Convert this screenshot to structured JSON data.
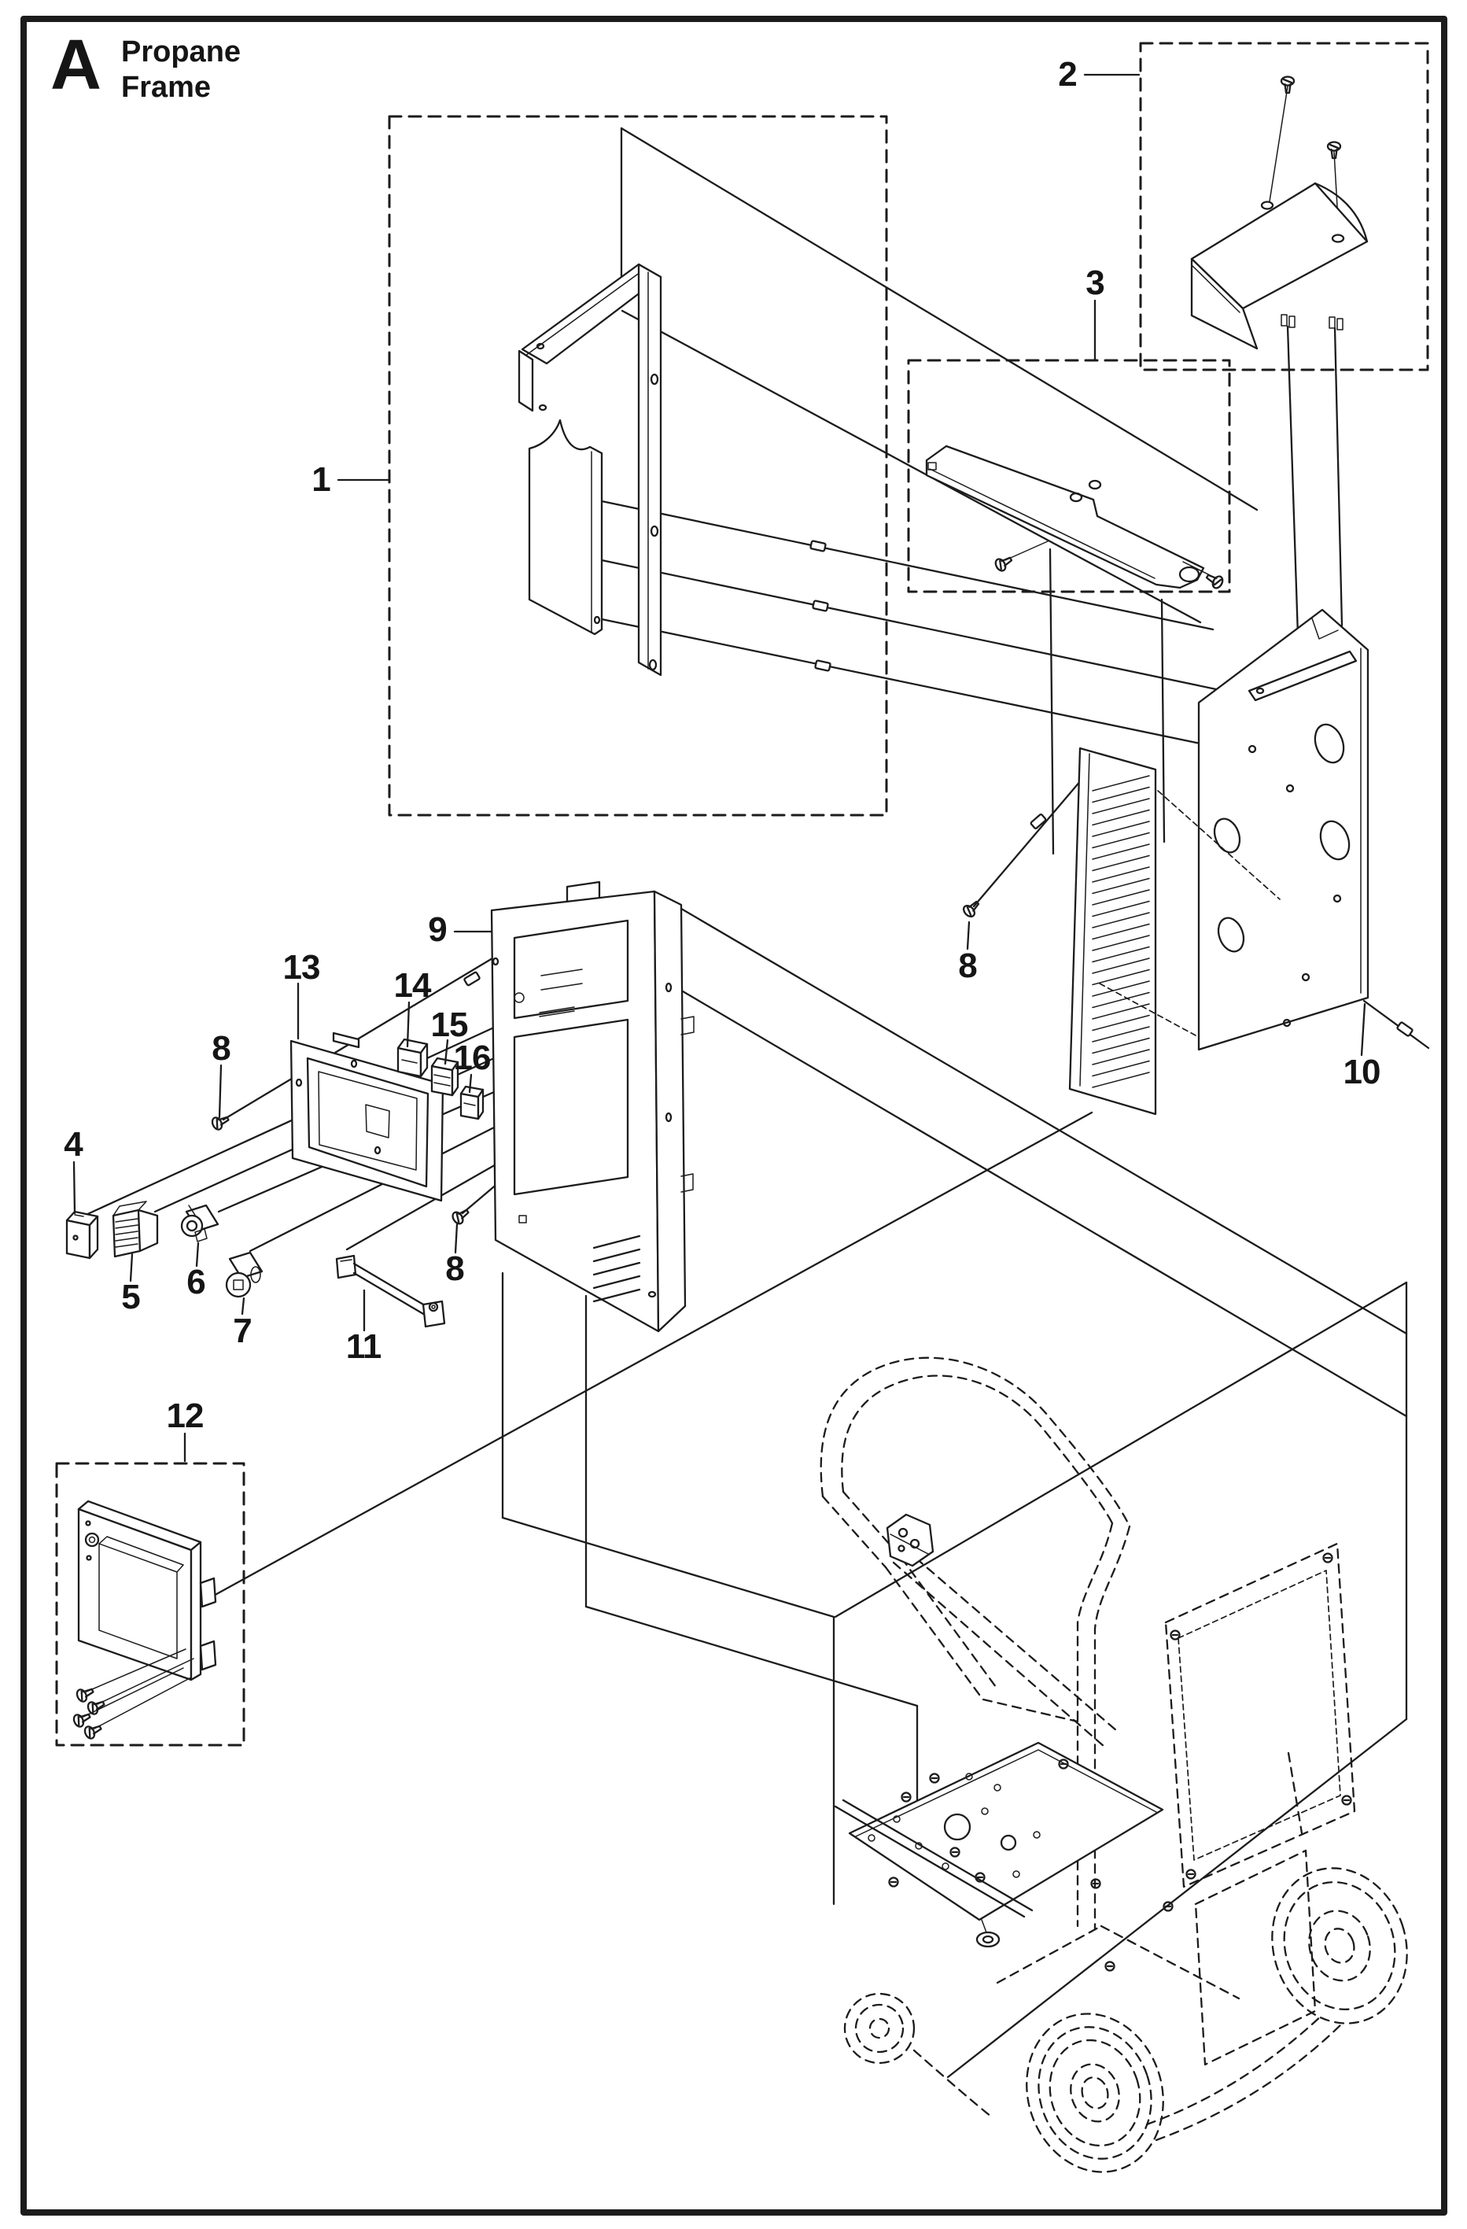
{
  "page": {
    "section_letter": "A",
    "title_line1": "Propane",
    "title_line2": "Frame",
    "background_color": "#ffffff",
    "line_color": "#1c1c1c"
  },
  "callouts": {
    "c1": "1",
    "c2": "2",
    "c3": "3",
    "c4": "4",
    "c5": "5",
    "c6": "6",
    "c7": "7",
    "c8a": "8",
    "c8b": "8",
    "c8c": "8",
    "c9": "9",
    "c10": "10",
    "c11": "11",
    "c12": "12",
    "c13": "13",
    "c14": "14",
    "c15": "15",
    "c16": "16"
  }
}
